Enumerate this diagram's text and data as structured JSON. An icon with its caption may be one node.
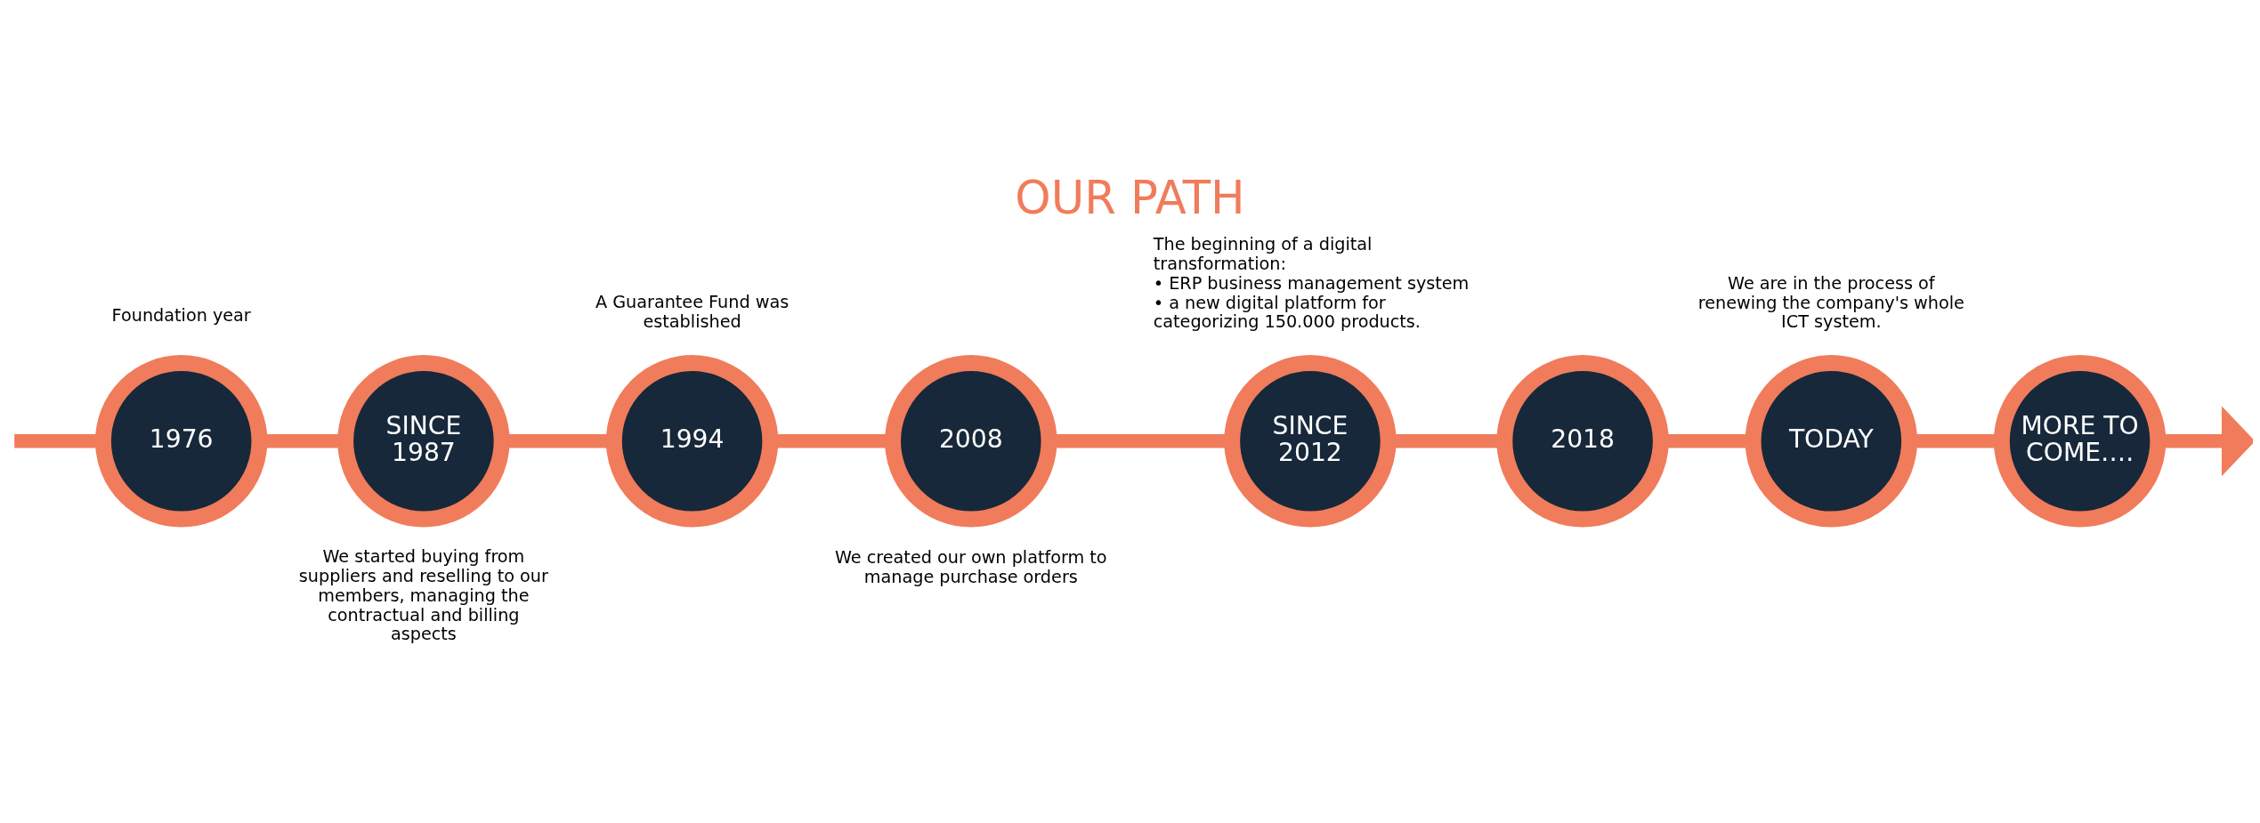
{
  "diagram": {
    "title": "OUR PATH",
    "nodes": [
      {
        "text": [
          "1976"
        ],
        "beside": [
          "Foundation year"
        ]
      },
      {
        "text": [
          "SINCE 1987"
        ],
        "beside": [
          "We started buying from suppliers and reselling to our members, managing the contractual and billing aspects"
        ]
      },
      {
        "text": [
          "1994"
        ],
        "beside": [
          "A Guarantee Fund was established"
        ]
      },
      {
        "text": [
          "2008"
        ],
        "beside": [
          "We created our own platform to manage purchase orders"
        ]
      },
      {
        "text": [
          "SINCE 2012"
        ],
        "beside": [
          "The beginning of a digital transformation:",
          "• ERP business management system",
          "• a new digital platform for categorizing 150.000 products."
        ]
      },
      {
        "text": [
          "2018"
        ]
      },
      {
        "text": [
          "TODAY"
        ],
        "beside": [
          "We are in the process of renewing the company's whole ICT system."
        ]
      },
      {
        "text": [
          "MORE TO COME…."
        ]
      }
    ],
    "edges": [
      {
        "from": null,
        "to": 0,
        "arrow": "none"
      },
      {
        "from": 0,
        "to": 1,
        "arrow": "none"
      },
      {
        "from": 1,
        "to": 2,
        "arrow": "none"
      },
      {
        "from": 2,
        "to": 3,
        "arrow": "none"
      },
      {
        "from": 3,
        "to": 4,
        "arrow": "none"
      },
      {
        "from": 4,
        "to": 5,
        "arrow": "none"
      },
      {
        "from": 5,
        "to": 6,
        "arrow": "none"
      },
      {
        "from": 6,
        "to": 7,
        "arrow": "none"
      },
      {
        "from": 7,
        "to": null,
        "arrow": "to"
      }
    ]
  }
}
